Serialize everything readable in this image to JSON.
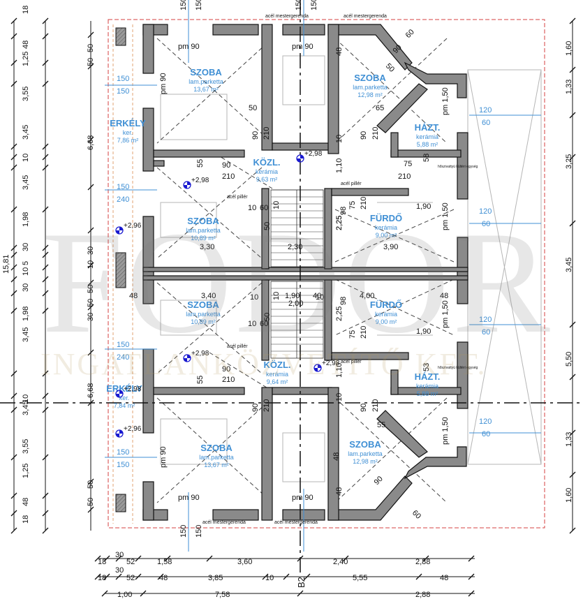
{
  "rooms": [
    {
      "name": "SZOBA",
      "floor": "lam.parketta",
      "area": "13,67 m²"
    },
    {
      "name": "SZOBA",
      "floor": "lam.parketta",
      "area": "12,98 m²"
    },
    {
      "name": "ERKÉLY",
      "floor": "ker.",
      "area": "7,86 m²"
    },
    {
      "name": "KÖZL.",
      "floor": "kerámia",
      "area": "9,63 m²"
    },
    {
      "name": "HÁZT.",
      "floor": "kerámia",
      "area": "5,88 m²"
    },
    {
      "name": "SZOBA",
      "floor": "lam.parketta",
      "area": "10,89 m²"
    },
    {
      "name": "FÜRDŐ",
      "floor": "kerámia",
      "area": "9,00 m²"
    },
    {
      "name": "SZOBA",
      "floor": "lam.parketta",
      "area": "10,89 m²"
    },
    {
      "name": "FÜRDŐ",
      "floor": "kerámia",
      "area": "9,00 m²"
    },
    {
      "name": "KÖZL.",
      "floor": "kerámia",
      "area": "9,64 m²"
    },
    {
      "name": "HÁZT.",
      "floor": "kerámia",
      "area": "5,88 m²"
    },
    {
      "name": "ERKÉLY",
      "floor": "ker.",
      "area": "7,84 m²"
    },
    {
      "name": "SZOBA",
      "floor": "lam.parketta",
      "area": "13,67 m²"
    },
    {
      "name": "SZOBA",
      "floor": "lam.parketta",
      "area": "12,98 m²"
    }
  ],
  "notes": {
    "beam": "acél mestergerenda",
    "pillar": "acél pillér",
    "boiler": "hőszivattyú kültéri egység",
    "section": "B2"
  },
  "levels": [
    "+2,98",
    "+2,98",
    "+2,96",
    "+2,98",
    "+2,98",
    "+2,96",
    "+2,98"
  ],
  "dims_left_outer": [
    "18",
    "48",
    "1,25",
    "3,55",
    "3,45",
    "10",
    "3,45",
    "1,98",
    "15,81",
    "30",
    "5",
    "10",
    "30",
    "1,98",
    "3,45",
    "10",
    "3,45",
    "3,55",
    "1,25",
    "48",
    "18"
  ],
  "dims_left_inner": [
    "50",
    "50",
    "6,68",
    "30",
    "10",
    "50",
    "50",
    "30",
    "6,68",
    "50",
    "50"
  ],
  "dims_right": [
    "1,60",
    "1,33",
    "3,25",
    "3,45",
    "5,50",
    "1,33",
    "1,60"
  ],
  "dims_bottom_row1": [
    "18",
    "30",
    "52",
    "1,58",
    "3,60",
    "2,40",
    "2,88"
  ],
  "dims_bottom_row2": [
    "18",
    "30",
    "52",
    "48",
    "3,85",
    "10",
    "5,55",
    "48"
  ],
  "dims_bottom_row3": [
    "1,00",
    "7,58",
    "2,88"
  ],
  "dims_top": [
    "150",
    "150",
    "150",
    "150",
    "150",
    "150"
  ],
  "labels_misc": {
    "pm90": "pm 90",
    "pm150": "pm 1,50",
    "v150": "150",
    "v240": "240",
    "v120": "120",
    "v60": "60",
    "v210": "210",
    "v90": "90",
    "v75": "75",
    "v55": "55",
    "v65": "65",
    "v98": "98",
    "v225": "2,25",
    "v110": "1,10",
    "v330": "3,30",
    "v340": "3,40",
    "v390": "3,90",
    "v400": "4,00",
    "v190": "1,90",
    "v58": "58",
    "v53": "53",
    "v60b": "60",
    "v10": "10",
    "v50": "50",
    "v48": "48",
    "v230": "2,30",
    "v190s": "1,90",
    "v200": "2,00",
    "v40": "40"
  },
  "watermark": {
    "main": "FODOR",
    "sub": "INGATLANKÖZVETÍTŐ KFT."
  },
  "colors": {
    "room_text": "#3f8fd4",
    "wall": "#7a7a7a",
    "dim": "#222222",
    "level": "#1a1ad0",
    "red": "#d64040",
    "orange": "#e0a070"
  }
}
